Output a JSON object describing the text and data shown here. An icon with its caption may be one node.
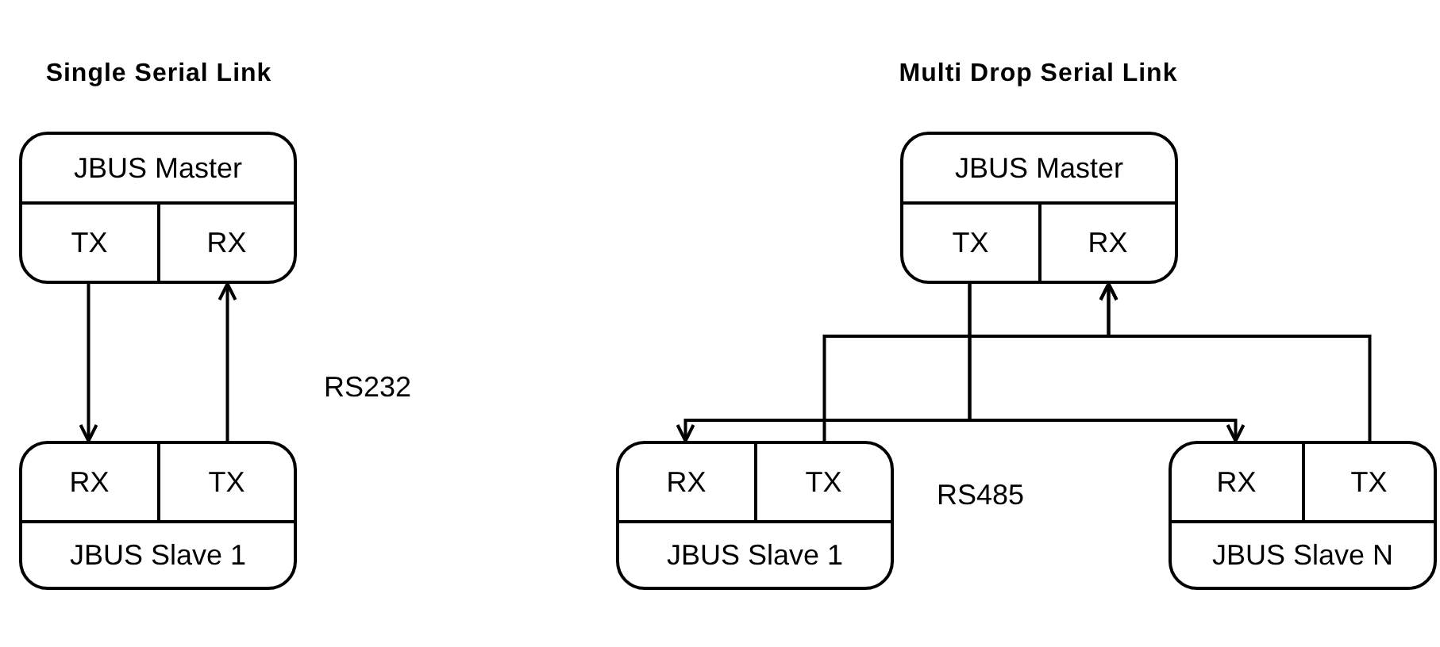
{
  "diagram": {
    "nodes": [
      {
        "text": [
          "JBUS Master"
        ]
      },
      {
        "text": [
          "TX"
        ],
        "in": 0
      },
      {
        "text": [
          "RX"
        ],
        "in": 0
      },
      {
        "text": [
          "JBUS Slave 1"
        ]
      },
      {
        "text": [
          "RX"
        ],
        "in": 3
      },
      {
        "text": [
          "TX"
        ],
        "in": 3
      },
      {
        "text": [
          "JBUS Master"
        ]
      },
      {
        "text": [
          "TX"
        ],
        "in": 6
      },
      {
        "text": [
          "RX"
        ],
        "in": 6
      },
      {
        "text": [
          "JBUS Slave 1"
        ]
      },
      {
        "text": [
          "RX"
        ],
        "in": 9
      },
      {
        "text": [
          "TX"
        ],
        "in": 9
      },
      {
        "text": [
          "JBUS Slave N"
        ]
      },
      {
        "text": [
          "RX"
        ],
        "in": 12
      },
      {
        "text": [
          "TX"
        ],
        "in": 12
      }
    ],
    "edges": [
      {
        "from": 1,
        "to": 4,
        "arrow": "to"
      },
      {
        "from": 5,
        "to": 2,
        "arrow": "to"
      },
      {
        "from": 7,
        "to": 10,
        "arrow": "to"
      },
      {
        "from": 7,
        "to": 13,
        "arrow": "to"
      },
      {
        "from": 11,
        "to": 8,
        "arrow": "to"
      },
      {
        "from": 14,
        "to": 8,
        "arrow": "to"
      }
    ],
    "labels": [
      "Single Serial Link",
      "Multi Drop Serial Link",
      "RS232",
      "RS485"
    ]
  }
}
